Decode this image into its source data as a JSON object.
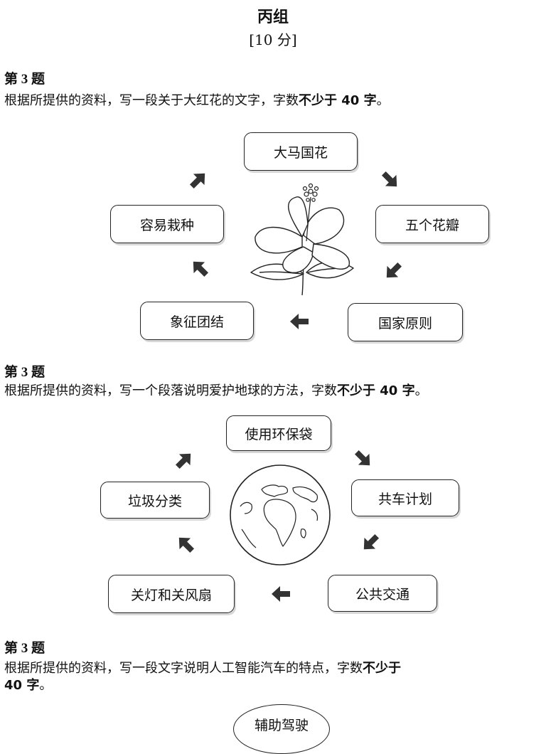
{
  "header": {
    "title": "丙组",
    "score": "[10 分]"
  },
  "q1": {
    "title": "第 3 题",
    "text_a": "根据所提供的资料，写一段关于大红花的文字，字数",
    "text_b": "不少于 40 字",
    "text_c": "。",
    "boxes": {
      "top": "大马国花",
      "right": "五个花瓣",
      "bottom_right": "国家原则",
      "bottom_left": "象征团结",
      "left": "容易栽种"
    }
  },
  "q2": {
    "title": "第 3 题",
    "text_a": "根据所提供的资料，写一个段落说明爱护地球的方法，字数",
    "text_b": "不少于 40 字",
    "text_c": "。",
    "boxes": {
      "top": "使用环保袋",
      "right": "共车计划",
      "bottom_right": "公共交通",
      "bottom_left": "关灯和关风扇",
      "left": "垃圾分类"
    }
  },
  "q3": {
    "title": "第 3 题",
    "text_a": "根据所提供的资料，写一段文字说明人工智能汽车的特点，字数",
    "text_b": "不少于",
    "text_line2": "40 字",
    "text_c": "。",
    "boxes": {
      "top": "辅助驾驶"
    }
  },
  "colors": {
    "ink": "#111111",
    "arrow": "#333333",
    "shadow": "#d8d8d8"
  },
  "icons": {
    "arrow": "arrow-icon",
    "flower": "hibiscus-illustration",
    "globe": "globe-illustration"
  }
}
